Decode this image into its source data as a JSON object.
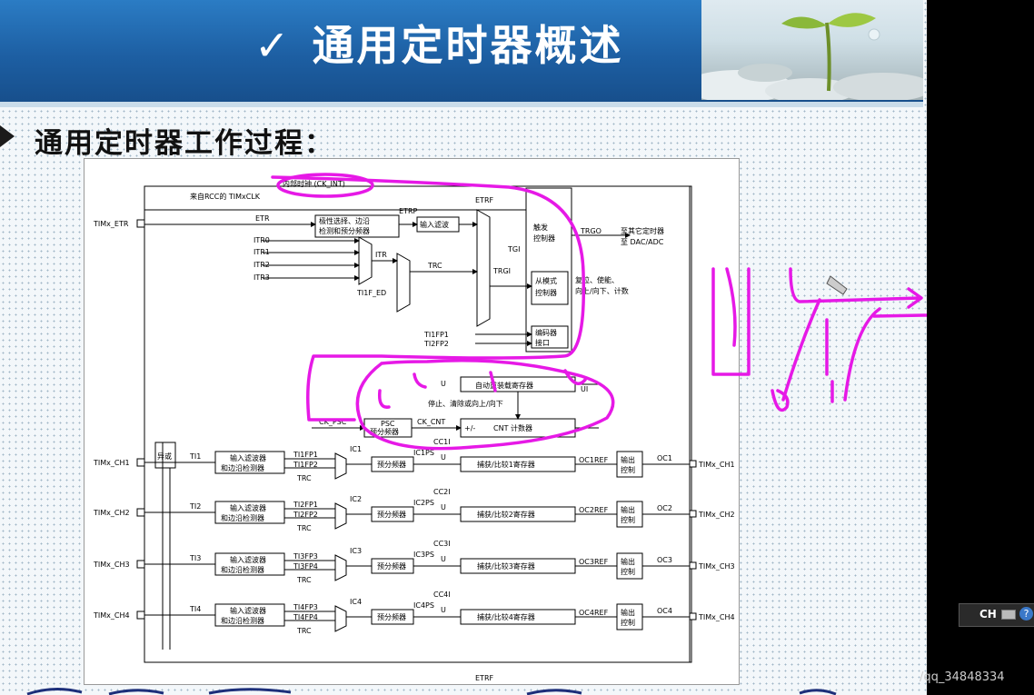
{
  "slide": {
    "title_mark": "✓",
    "title": "通用定时器概述",
    "subtitle": "通用定时器工作过程："
  },
  "diagram": {
    "clock_int": "内部时钟 (CK_INT)",
    "rcc_clk": "来自RCC的 TIMxCLK",
    "etr_pin": "TIMx_ETR",
    "etr": "ETR",
    "etrp": "ETRP",
    "polarity_block": [
      "极性选择、边沿",
      "检测和预分频器"
    ],
    "input_filter": "输入滤波",
    "etrf": "ETRF",
    "trigger_ctrl": [
      "触发",
      "控制器"
    ],
    "trgo": "TRGO",
    "trgo_dest": [
      "至其它定时器",
      "至 DAC/ADC"
    ],
    "itr": [
      "ITR0",
      "ITR1",
      "ITR2",
      "ITR3"
    ],
    "itr_label": "ITR",
    "trc": "TRC",
    "tgi": "TGI",
    "trgi": "TRGI",
    "slave_ctrl": [
      "从模式",
      "控制器"
    ],
    "slave_note": [
      "复位、使能、",
      "向上/向下、计数"
    ],
    "ti1f_ed": "TI1F_ED",
    "ti1fp1": "TI1FP1",
    "ti2fp2": "TI2FP2",
    "encoder": [
      "编码器",
      "接口"
    ],
    "u": "U",
    "ui": "UI",
    "autoreload": "自动重装载寄存器",
    "stop_clear": "停止、清除或向上/向下",
    "ck_psc": "CK_PSC",
    "psc": [
      "PSC",
      "预分频器"
    ],
    "ck_cnt": "CK_CNT",
    "plus_minus": "+/-",
    "cnt": "CNT 计数器",
    "xor": "异或",
    "channels": [
      {
        "pin": "TIMx_CH1",
        "ti": "TI1",
        "fp_a": "TI1FP1",
        "fp_b": "TI1FP2",
        "ic": "IC1",
        "icps": "IC1PS",
        "cci": "CC1I",
        "reg": "捕获/比较1寄存器",
        "ref": "OC1REF",
        "oc": "OC1",
        "out_pin": "TIMx_CH1"
      },
      {
        "pin": "TIMx_CH2",
        "ti": "TI2",
        "fp_a": "TI2FP1",
        "fp_b": "TI2FP2",
        "ic": "IC2",
        "icps": "IC2PS",
        "cci": "CC2I",
        "reg": "捕获/比较2寄存器",
        "ref": "OC2REF",
        "oc": "OC2",
        "out_pin": "TIMx_CH2"
      },
      {
        "pin": "TIMx_CH3",
        "ti": "TI3",
        "fp_a": "TI3FP3",
        "fp_b": "TI3FP4",
        "ic": "IC3",
        "icps": "IC3PS",
        "cci": "CC3I",
        "reg": "捕获/比较3寄存器",
        "ref": "OC3REF",
        "oc": "OC3",
        "out_pin": "TIMx_CH3"
      },
      {
        "pin": "TIMx_CH4",
        "ti": "TI4",
        "fp_a": "TI4FP3",
        "fp_b": "TI4FP4",
        "ic": "IC4",
        "icps": "IC4PS",
        "cci": "CC4I",
        "reg": "捕获/比较4寄存器",
        "ref": "OC4REF",
        "oc": "OC4",
        "out_pin": "TIMx_CH4"
      }
    ],
    "filter_block": [
      "输入滤波器",
      "和边沿检测器"
    ],
    "prescaler": "预分频器",
    "output_ctrl": [
      "输出",
      "控制"
    ],
    "etrf_bottom": "ETRF"
  },
  "ime": {
    "label": "CH",
    "help": "?"
  },
  "watermark": "/qq_34848334",
  "colors": {
    "banner": "#1d5fa3",
    "annotation": "#e619e6"
  }
}
